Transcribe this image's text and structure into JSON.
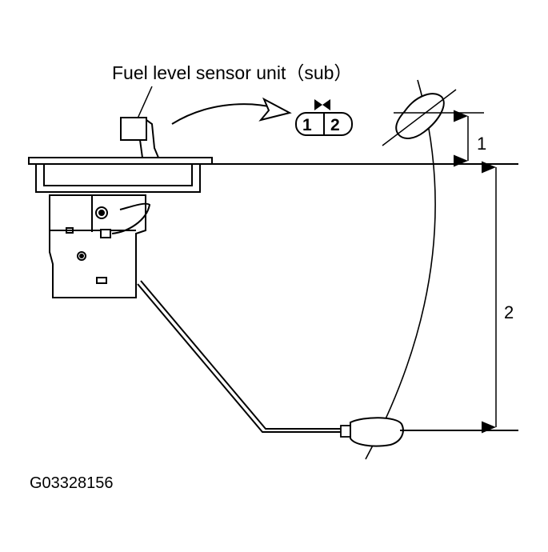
{
  "diagram": {
    "title": "Fuel level sensor unit（sub）",
    "connector_pins": [
      "1",
      "2"
    ],
    "dimensions": [
      {
        "label": "1"
      },
      {
        "label": "2"
      }
    ],
    "figure_id": "G03328156"
  }
}
